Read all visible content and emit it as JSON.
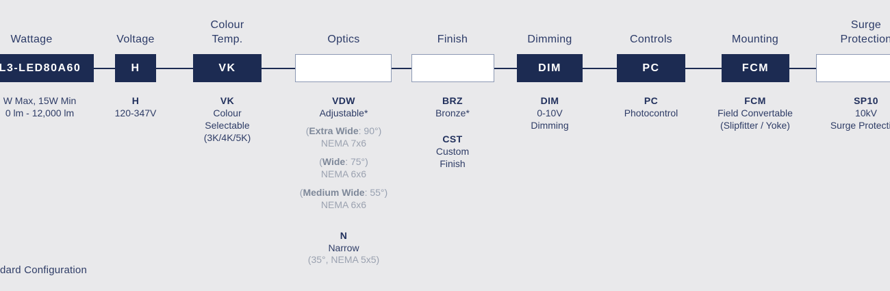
{
  "palette": {
    "background": "#e9e9eb",
    "navy": "#1c2b52",
    "text_navy": "#2e3c66",
    "gray_text": "#9ba2b0",
    "box_border": "#8b98b3",
    "box_text": "#ffffff"
  },
  "footer": {
    "label": "dard Configuration"
  },
  "columns": [
    {
      "header": "Wattage",
      "code": "L3-LED80A60",
      "box_style": "filled",
      "desc": [
        {
          "t": "plain",
          "text": "W Max, 15W Min"
        },
        {
          "t": "plain",
          "text": "0 lm - 12,000 lm"
        }
      ]
    },
    {
      "header": "Voltage",
      "code": "H",
      "box_style": "filled",
      "desc": [
        {
          "t": "code",
          "text": "H"
        },
        {
          "t": "plain",
          "text": "120-347V"
        }
      ]
    },
    {
      "header": "Colour Temp.",
      "code": "VK",
      "box_style": "filled",
      "desc": [
        {
          "t": "code",
          "text": "VK"
        },
        {
          "t": "plain",
          "text": "Colour"
        },
        {
          "t": "plain",
          "text": "Selectable"
        },
        {
          "t": "plain",
          "text": "(3K/4K/5K)"
        }
      ]
    },
    {
      "header": "Optics",
      "code": "",
      "box_style": "outline",
      "desc": [
        {
          "t": "code",
          "text": "VDW"
        },
        {
          "t": "plain",
          "text": "Adjustable*"
        },
        {
          "t": "graymix",
          "pre": "(",
          "bold": "Extra Wide",
          "post": ": 90°)"
        },
        {
          "t": "gray",
          "text": "NEMA 7x6"
        },
        {
          "t": "graymix",
          "pre": "(",
          "bold": "Wide",
          "post": ": 75°)"
        },
        {
          "t": "gray",
          "text": "NEMA 6x6"
        },
        {
          "t": "graymix",
          "pre": "(",
          "bold": "Medium Wide",
          "post": ": 55°)"
        },
        {
          "t": "gray",
          "text": "NEMA 6x6"
        },
        {
          "t": "code",
          "text": "N"
        },
        {
          "t": "plain",
          "text": "Narrow"
        },
        {
          "t": "gray",
          "text": "(35°, NEMA 5x5)"
        }
      ]
    },
    {
      "header": "Finish",
      "code": "",
      "box_style": "outline",
      "desc": [
        {
          "t": "code",
          "text": "BRZ"
        },
        {
          "t": "plain",
          "text": "Bronze*"
        },
        {
          "t": "code",
          "text": "CST"
        },
        {
          "t": "plain",
          "text": "Custom"
        },
        {
          "t": "plain",
          "text": "Finish"
        }
      ]
    },
    {
      "header": "Dimming",
      "code": "DIM",
      "box_style": "filled",
      "desc": [
        {
          "t": "code",
          "text": "DIM"
        },
        {
          "t": "plain",
          "text": "0-10V"
        },
        {
          "t": "plain",
          "text": "Dimming"
        }
      ]
    },
    {
      "header": "Controls",
      "code": "PC",
      "box_style": "filled",
      "desc": [
        {
          "t": "code",
          "text": "PC"
        },
        {
          "t": "plain",
          "text": "Photocontrol"
        }
      ]
    },
    {
      "header": "Mounting",
      "code": "FCM",
      "box_style": "filled",
      "desc": [
        {
          "t": "code",
          "text": "FCM"
        },
        {
          "t": "plain",
          "text": "Field Convertable"
        },
        {
          "t": "plain",
          "text": "(Slipfitter / Yoke)"
        }
      ]
    },
    {
      "header": "Surge Protection",
      "code": "",
      "box_style": "outline",
      "desc": [
        {
          "t": "code",
          "text": "SP10"
        },
        {
          "t": "plain",
          "text": "10kV"
        },
        {
          "t": "plain",
          "text": "Surge Protection"
        }
      ]
    }
  ]
}
